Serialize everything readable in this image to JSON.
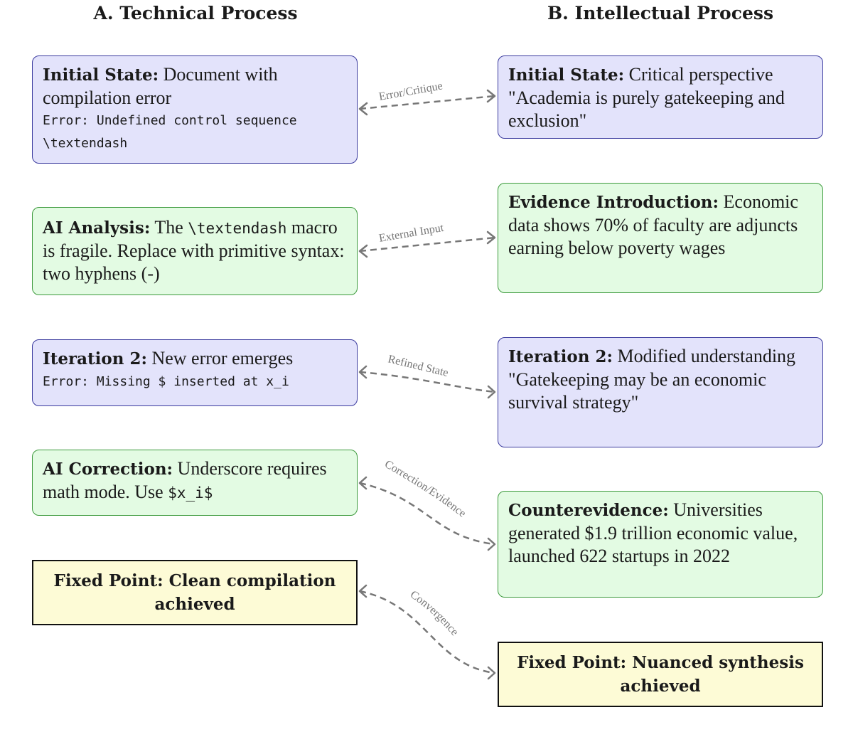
{
  "columns": {
    "left_title": "A. Technical Process",
    "right_title": "B. Intellectual Process"
  },
  "technical": [
    {
      "title": "Initial State:",
      "text": "Document with compilation error",
      "code_1": "Error: Undefined control sequence",
      "code_2": "\\textendash"
    },
    {
      "title": "AI Analysis:",
      "text_1": "The",
      "code": "\\textendash",
      "text_2": "macro is fragile. Replace with primitive syntax: two hyphens (-)"
    },
    {
      "title": "Iteration 2:",
      "text": "New error emerges",
      "code": "Error: Missing $ inserted at x_i"
    },
    {
      "title": "AI Correction:",
      "text": "Underscore requires math mode. Use",
      "code": "$x_i$"
    },
    {
      "fixed": "Fixed Point: Clean compilation achieved"
    }
  ],
  "intellectual": [
    {
      "title": "Initial State:",
      "text": "Critical perspective \"Academia is purely gatekeeping and exclusion\""
    },
    {
      "title": "Evidence Introduction:",
      "text": "Economic data shows 70% of faculty are adjuncts earning below poverty wages"
    },
    {
      "title": "Iteration 2:",
      "text": "Modified understanding \"Gatekeeping may be an economic survival strategy\""
    },
    {
      "title": "Counterevidence:",
      "text": "Universities generated $1.9 trillion economic value, launched 622 startups in 2022"
    },
    {
      "fixed": "Fixed Point: Nuanced synthesis achieved"
    }
  ],
  "links": [
    "Error/Critique",
    "External Input",
    "Refined State",
    "Correction/Evidence",
    "Convergence"
  ],
  "colors": {
    "blue_fill": "#e3e3fb",
    "blue_border": "#3a3a9e",
    "green_fill": "#e3fbe3",
    "green_border": "#3c9a3c",
    "fixed_fill": "#fdfbd6",
    "link_color": "#777777"
  }
}
